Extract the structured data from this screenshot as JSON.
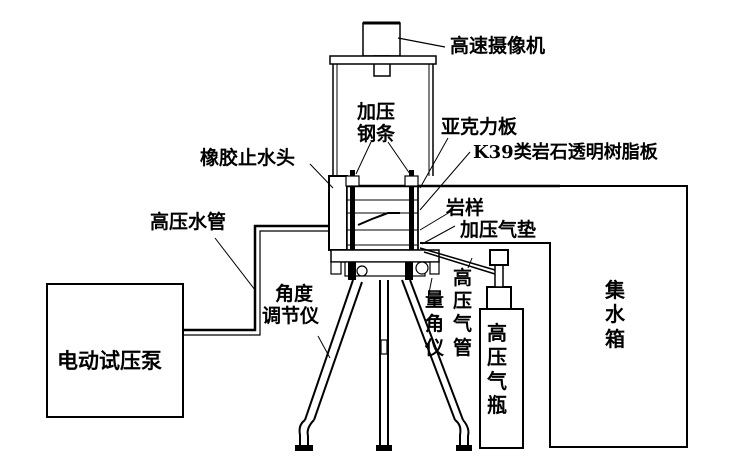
{
  "title": "试验装置示意图",
  "labels": {
    "high_speed_camera": "高速摄像机",
    "pressure_steel_bar_line1": "加压",
    "pressure_steel_bar_line2": "钢条",
    "acrylic_plate": "亚克力板",
    "k39_resin_plate": "K39类岩石透明树脂板",
    "rubber_water_stop": "橡胶止水头",
    "rock_sample": "岩样",
    "pressure_air_cushion": "加压气垫",
    "high_pressure_water_pipe": "高压水管",
    "angle_adjuster_line1": "角度",
    "angle_adjuster_line2": "调节仪",
    "protractor_chars": [
      "量",
      "角",
      "仪"
    ],
    "high_pressure_air_pipe_chars": [
      "高",
      "压",
      "气",
      "管"
    ],
    "gas_cylinder_chars": [
      "高",
      "压",
      "气",
      "瓶"
    ],
    "water_tank_chars": [
      "集",
      "水",
      "箱"
    ],
    "electric_pump": "电动试压泵"
  },
  "colors": {
    "stroke": "#000000",
    "background": "#ffffff"
  }
}
